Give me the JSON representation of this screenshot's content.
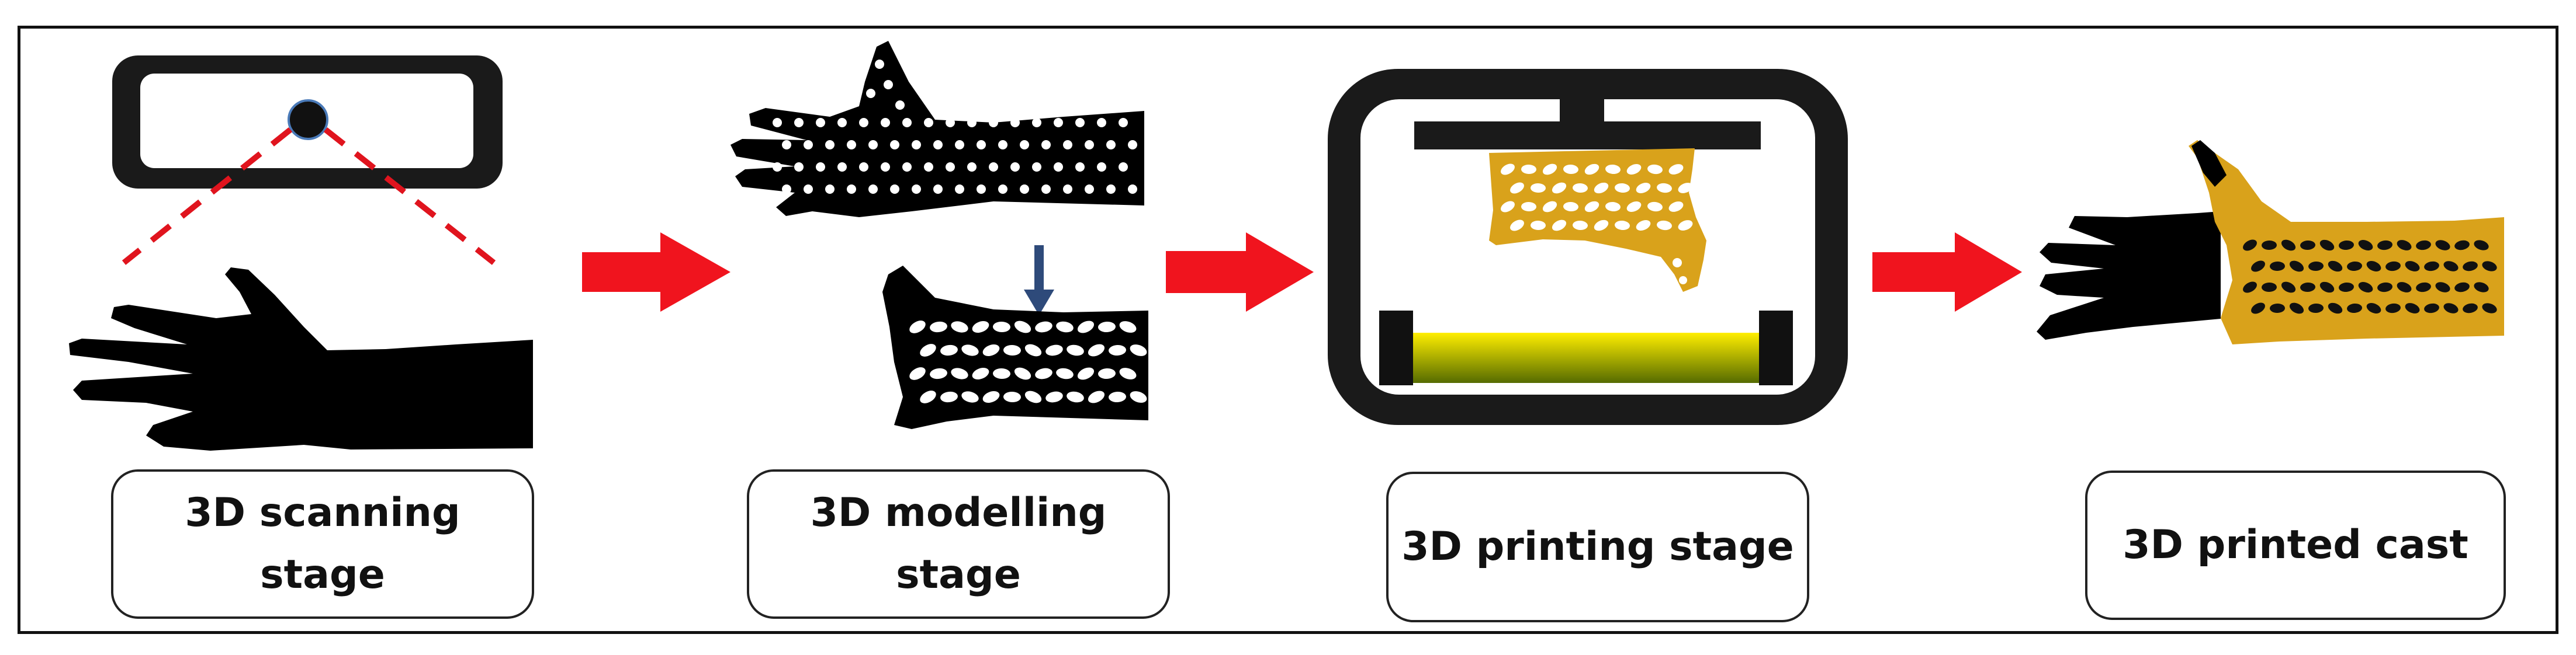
{
  "stages": [
    {
      "label": "3D scanning\nstage"
    },
    {
      "label": "3D modelling\nstage"
    },
    {
      "label": "3D printing stage"
    },
    {
      "label": "3D printed cast"
    }
  ],
  "colors": {
    "flow_arrow": "#f0141e",
    "scan_lines": "#e0141e",
    "down_arrow": "#2e4a7a",
    "cast": "#d9a21b",
    "skin": "#000000",
    "resin_top": "#ffee00",
    "resin_bottom": "#556b00"
  },
  "icons": [
    "scanner-icon",
    "hand-icon",
    "perforated-hand-model-icon",
    "cast-model-icon",
    "down-arrow-icon",
    "printer-icon",
    "printed-cast-icon",
    "resin-vat-icon",
    "hand-with-cast-icon",
    "right-arrow-icon"
  ]
}
